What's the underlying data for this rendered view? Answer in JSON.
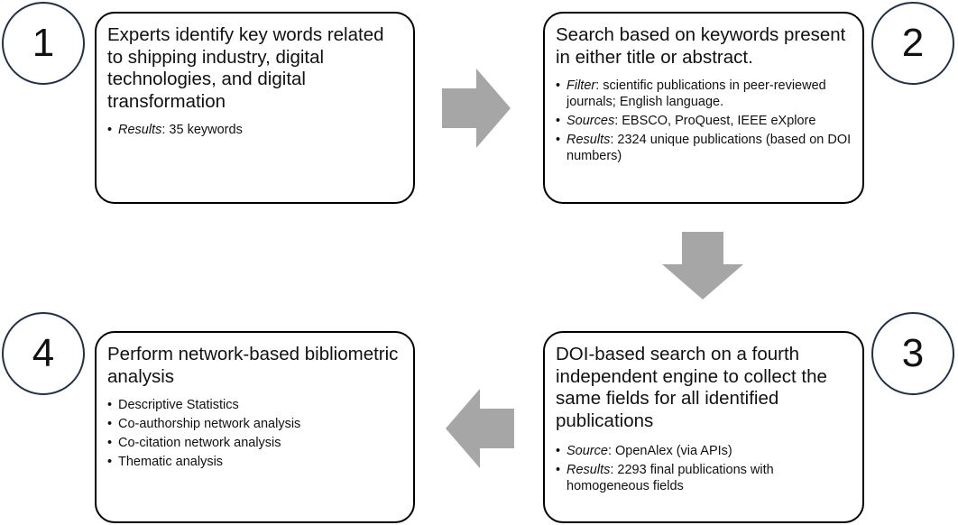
{
  "steps": [
    {
      "number": "1",
      "title": "Experts identify key words related to shipping industry, digital technologies, and digital transformation",
      "bullets": [
        {
          "key": "Results",
          "text": ": 35 keywords"
        }
      ]
    },
    {
      "number": "2",
      "title": "Search based on keywords present in either title or abstract.",
      "bullets": [
        {
          "key": "Filter",
          "text": ": scientific publications in peer-reviewed journals; English language."
        },
        {
          "key": "Sources",
          "text": ": EBSCO, ProQuest, IEEE eXplore"
        },
        {
          "key": "Results",
          "text": ": 2324 unique publications (based on DOI numbers)"
        }
      ]
    },
    {
      "number": "3",
      "title": "DOI-based search on a fourth independent engine to collect the same fields for all identified publications",
      "bullets": [
        {
          "key": "Source",
          "text": ": OpenAlex (via APIs)"
        },
        {
          "key": "Results",
          "text": ": 2293 final publications with homogeneous fields"
        }
      ]
    },
    {
      "number": "4",
      "title": "Perform network-based bibliometric analysis",
      "bullets": [
        {
          "text": "Descriptive Statistics"
        },
        {
          "text": "Co-authorship network analysis"
        },
        {
          "text": "Co-citation network analysis"
        },
        {
          "text": "Thematic analysis"
        }
      ]
    }
  ],
  "colors": {
    "arrow": "#a6a6a6",
    "circle_border": "#1f3149",
    "box_border": "#000000"
  }
}
